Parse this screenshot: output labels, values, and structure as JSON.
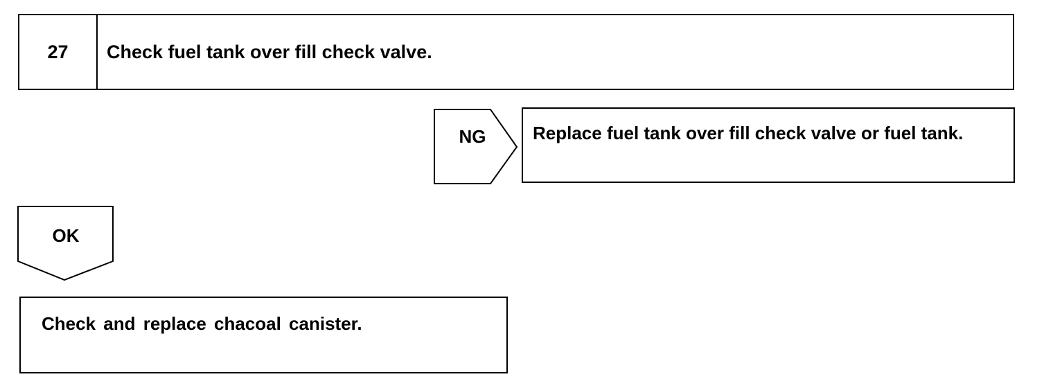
{
  "step": {
    "number": "27",
    "text": "Check fuel tank over fill check valve."
  },
  "ng_branch": {
    "label": "NG",
    "action": "Replace fuel tank over fill check valve or fuel tank."
  },
  "ok_branch": {
    "label": "OK",
    "action": "Check and replace chacoal canister."
  }
}
